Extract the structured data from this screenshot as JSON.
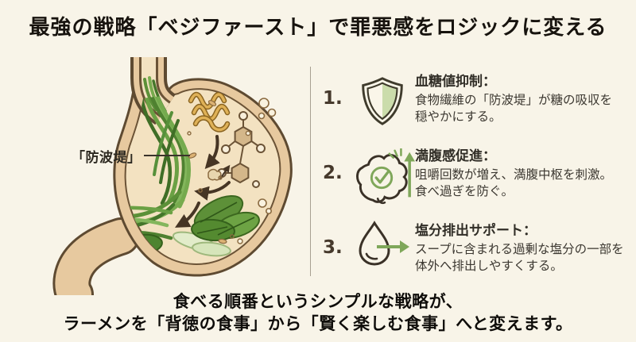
{
  "title": "最強の戦略「ベジファースト」で罪悪感をロジックに変える",
  "illustration": {
    "label": "「防波堤」",
    "description_icons": [
      "stomach-illustration",
      "vegetable-fiber-bulwark",
      "noodle-coil",
      "sugar-molecules",
      "flow-arrows",
      "leafy-greens"
    ]
  },
  "benefits": {
    "items": [
      {
        "number": "1.",
        "icon": "shield-icon",
        "heading": "血糖値抑制：",
        "line1": "食物繊維の「防波堤」が糖の吸収を",
        "line2": "穏やかにする。"
      },
      {
        "number": "2.",
        "icon": "brain-check-up-arrow-icon",
        "heading": "満腹感促進：",
        "line1": "咀嚼回数が増え、満腹中枢を刺激。",
        "line2": "食べ過ぎを防ぐ。"
      },
      {
        "number": "3.",
        "icon": "water-drop-out-arrow-icon",
        "heading": "塩分排出サポート：",
        "line1": "スープに含まれる過剰な塩分の一部を",
        "line2": "体外へ排出しやすくする。"
      }
    ]
  },
  "footer": {
    "line1": "食べる順番というシンプルな戦略が、",
    "line2": "ラーメンを「背徳の食事」から「賢く楽しむ食事」へと変えます。"
  },
  "colors": {
    "background": "#f8f4e8",
    "accent_green": "#7fa75a",
    "light_green_fill": "#cbdcab",
    "dark_outline": "#3a3127",
    "stomach_wall_tan": "#e7c99f",
    "stomach_cavity": "#f3e2c1",
    "noodle_gold": "#dfb157",
    "fiber_green": "#5c9038"
  }
}
